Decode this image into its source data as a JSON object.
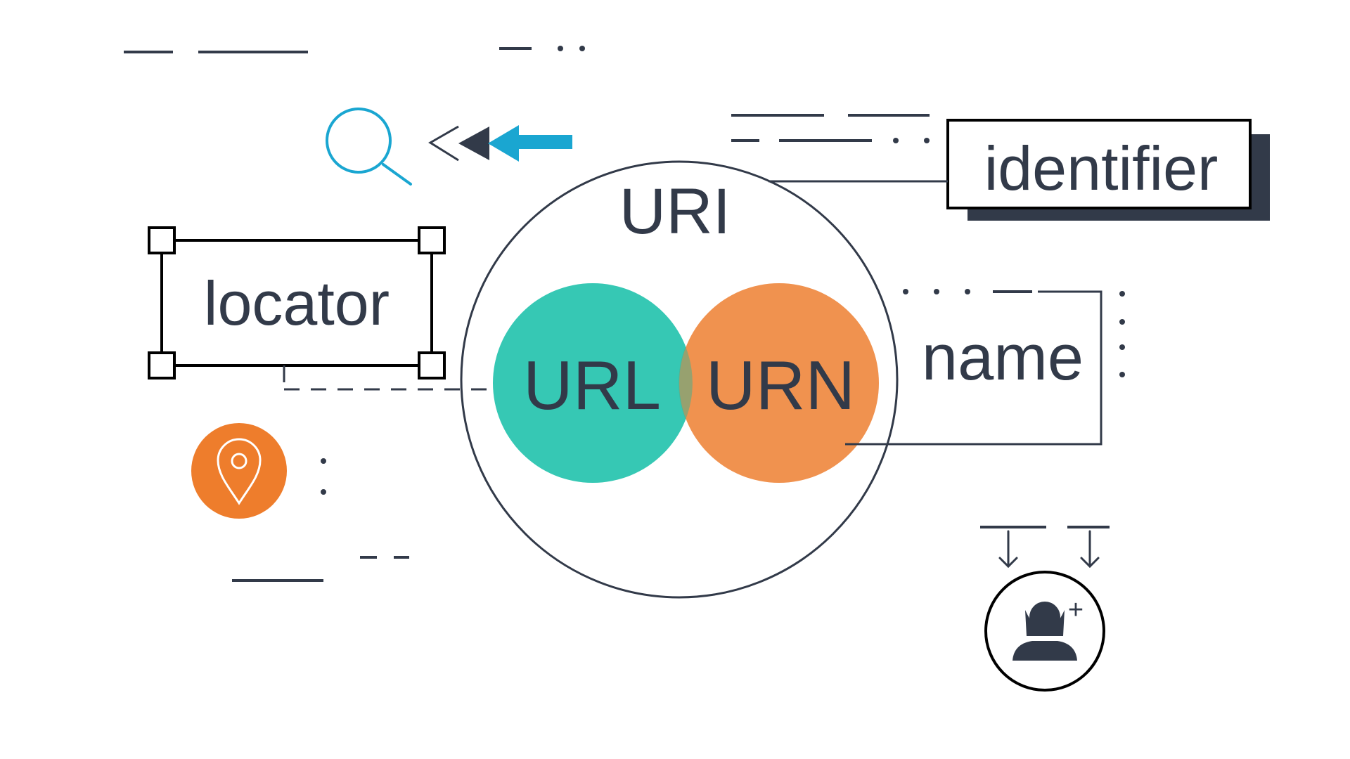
{
  "labels": {
    "uri": "URI",
    "url": "URL",
    "urn": "URN",
    "identifier": "identifier",
    "locator": "locator",
    "name": "name",
    "plus": "+"
  },
  "icons": {
    "search": "magnifier-icon",
    "arrows": "rewind-arrows-icon",
    "location": "map-pin-icon",
    "add_user": "add-user-icon",
    "down_arrow": "arrow-down-icon"
  },
  "colors": {
    "ink": "#323a49",
    "url_fill": "#36c8b4",
    "urn_fill": "#f0924f",
    "pin_fill": "#ee7d2c",
    "search_blue": "#1aa6d1",
    "shadow": "#323a49"
  }
}
